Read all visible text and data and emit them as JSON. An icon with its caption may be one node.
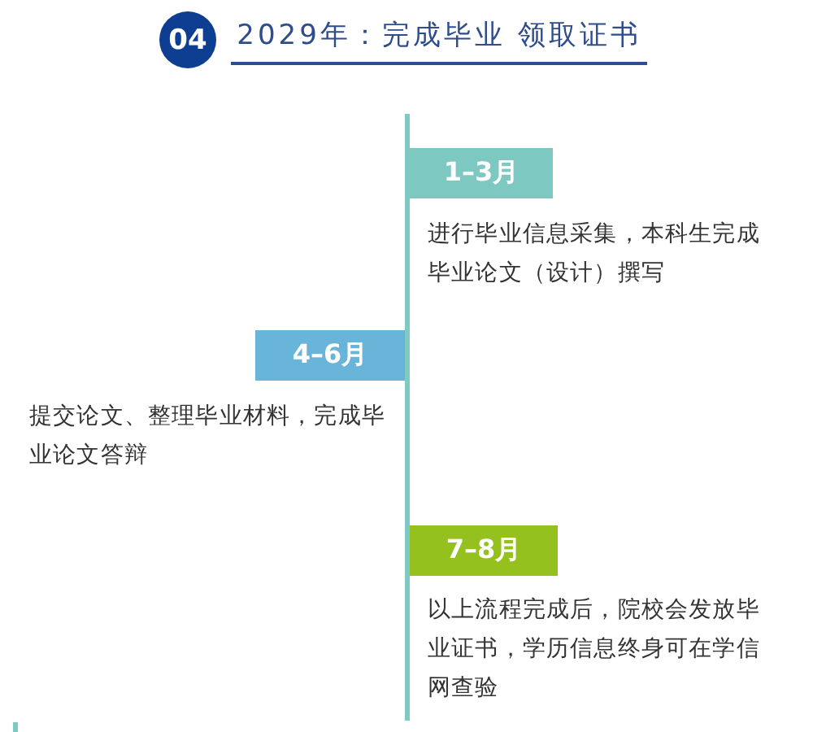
{
  "diagram": {
    "title": "2029年：完成毕业 领取证书",
    "nodes": [
      {
        "text": [
          "04"
        ]
      },
      {
        "text": [
          "1–3月"
        ],
        "beside": [
          "进行毕业信息采集，本科生完成毕业论文（设计）撰写"
        ]
      },
      {
        "text": [
          "4–6月"
        ],
        "beside": [
          "提交论文、整理毕业材料，完成毕业论文答辩"
        ]
      },
      {
        "text": [
          "7–8月"
        ],
        "beside": [
          "以上流程完成后，院校会发放毕业证书，学历信息终身可在学信网查验"
        ]
      }
    ]
  }
}
